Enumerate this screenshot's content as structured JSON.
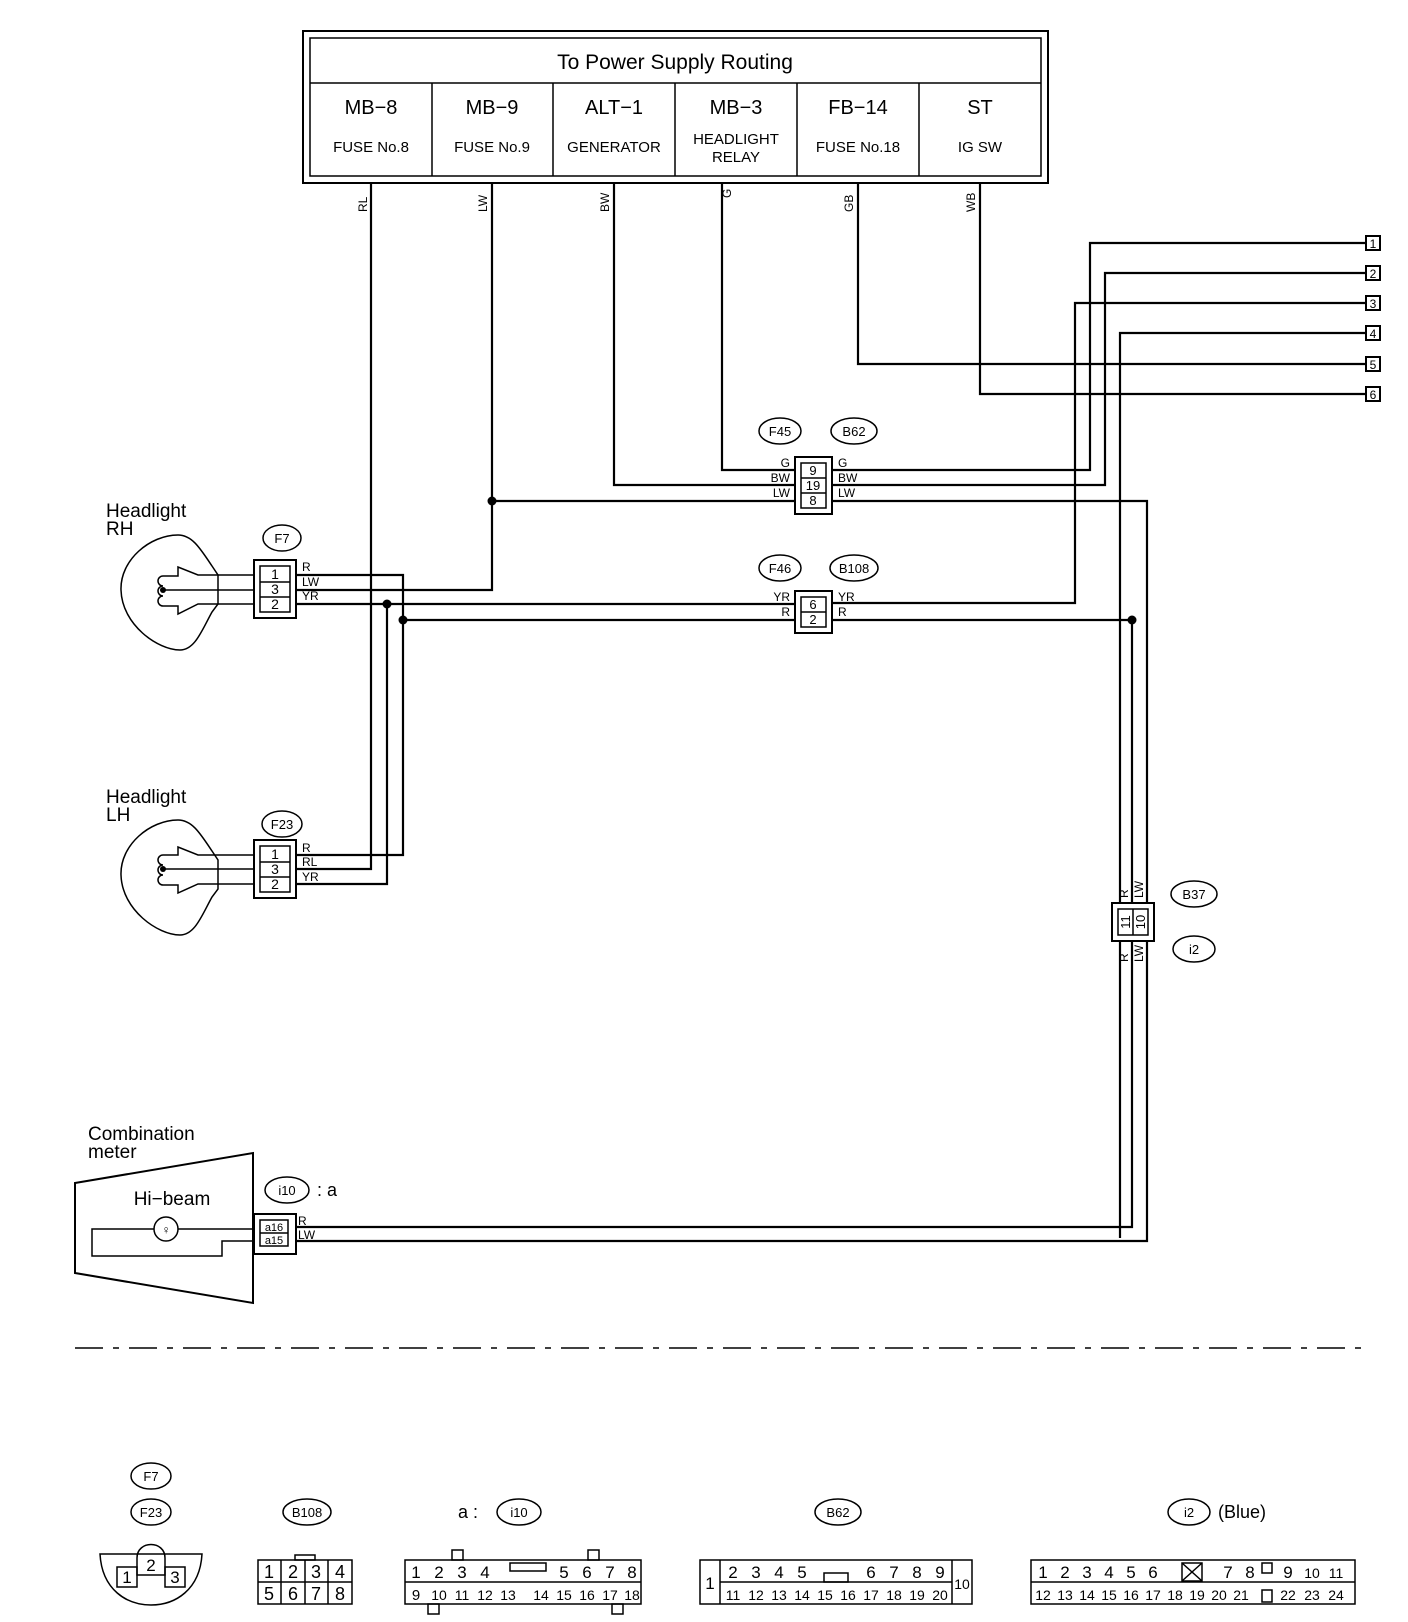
{
  "power_supply": {
    "title": "To Power Supply Routing",
    "cells": [
      {
        "code": "MB−8",
        "desc": "FUSE No.8"
      },
      {
        "code": "MB−9",
        "desc": "FUSE No.9"
      },
      {
        "code": "ALT−1",
        "desc": "GENERATOR"
      },
      {
        "code": "MB−3",
        "desc": "HEADLIGHT",
        "desc2": "RELAY"
      },
      {
        "code": "FB−14",
        "desc": "FUSE No.18"
      },
      {
        "code": "ST",
        "desc": "IG SW"
      }
    ],
    "wire_colors": [
      "RL",
      "LW",
      "BW",
      "G",
      "GB",
      "WB"
    ]
  },
  "side_terminals": [
    "1",
    "2",
    "3",
    "4",
    "5",
    "6"
  ],
  "components": {
    "headlight_rh": {
      "line1": "Headlight",
      "line2": "RH"
    },
    "headlight_lh": {
      "line1": "Headlight",
      "line2": "LH"
    },
    "combination_meter": {
      "line1": "Combination",
      "line2": "meter",
      "lamp": "Hi−beam"
    }
  },
  "connectors": {
    "F7": {
      "id": "F7",
      "pins": [
        "1",
        "3",
        "2"
      ],
      "wires": [
        "R",
        "LW",
        "YR"
      ]
    },
    "F23": {
      "id": "F23",
      "pins": [
        "1",
        "3",
        "2"
      ],
      "wires": [
        "R",
        "RL",
        "YR"
      ]
    },
    "F45_B62": {
      "left_id": "F45",
      "right_id": "B62",
      "pins": [
        "9",
        "19",
        "8"
      ],
      "left_wires": [
        "G",
        "BW",
        "LW"
      ],
      "right_wires": [
        "G",
        "BW",
        "LW"
      ]
    },
    "F46_B108": {
      "left_id": "F46",
      "right_id": "B108",
      "pins": [
        "6",
        "2"
      ],
      "left_wires": [
        "YR",
        "R"
      ],
      "right_wires": [
        "YR",
        "R"
      ]
    },
    "B37_i2": {
      "top_id": "B37",
      "bottom_id": "i2",
      "pins": [
        "11",
        "10"
      ],
      "top_wires": [
        "R",
        "LW"
      ],
      "bottom_wires": [
        "R",
        "LW"
      ]
    },
    "i10": {
      "id": "i10",
      "suffix": ": a",
      "pins": [
        "a16",
        "a15"
      ],
      "wires": [
        "R",
        "LW"
      ]
    }
  },
  "legend": {
    "f7_f23": {
      "ids": [
        "F7",
        "F23"
      ],
      "pins": [
        "1",
        "2",
        "3"
      ]
    },
    "b108": {
      "id": "B108",
      "rows": [
        [
          "1",
          "2",
          "3",
          "4"
        ],
        [
          "5",
          "6",
          "7",
          "8"
        ]
      ]
    },
    "i10": {
      "prefix": "a :",
      "id": "i10",
      "rows": [
        [
          "1",
          "2",
          "3",
          "4",
          "",
          "5",
          "6",
          "7",
          "8"
        ],
        [
          "9",
          "10",
          "11",
          "12",
          "13",
          "14",
          "15",
          "16",
          "17",
          "18"
        ]
      ]
    },
    "b62": {
      "id": "B62",
      "lead": "1",
      "tail": "10",
      "rows": [
        [
          "2",
          "3",
          "4",
          "5",
          "",
          "6",
          "7",
          "8",
          "9"
        ],
        [
          "11",
          "12",
          "13",
          "14",
          "15",
          "16",
          "17",
          "18",
          "19",
          "20"
        ]
      ]
    },
    "i2": {
      "id": "i2",
      "note": "(Blue)",
      "rows": [
        [
          "1",
          "2",
          "3",
          "4",
          "5",
          "6",
          "",
          "7",
          "8",
          "",
          "9",
          "10",
          "11"
        ],
        [
          "12",
          "13",
          "14",
          "15",
          "16",
          "17",
          "18",
          "19",
          "20",
          "21",
          "",
          "22",
          "23",
          "24"
        ]
      ]
    }
  }
}
